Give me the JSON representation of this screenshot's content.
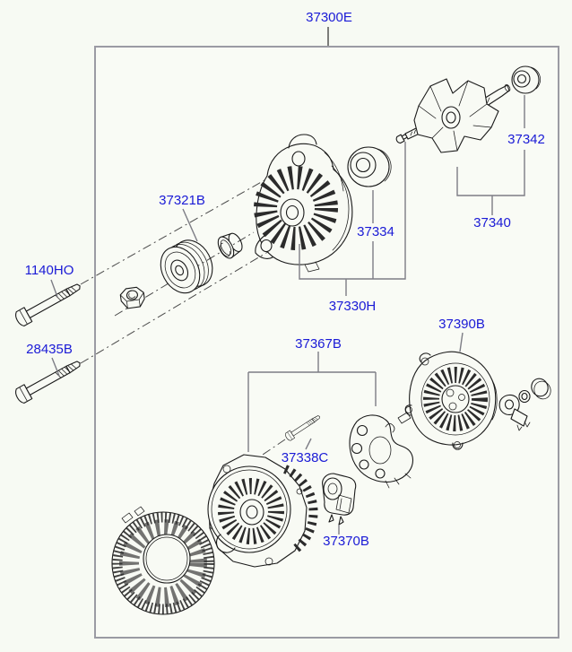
{
  "diagram": {
    "assembly_label": "37300E",
    "labels": {
      "bolt_upper": "1140HO",
      "bolt_lower": "28435B",
      "pulley": "37321B",
      "front_bracket_assy": "37330H",
      "bearing_front": "37334",
      "rotor": "37340",
      "bearing_rear": "37342",
      "rectifier_assy": "37367B",
      "bolt_rectifier": "37338C",
      "regulator": "37370B",
      "rear_cover": "37390B"
    },
    "colors": {
      "label_blue": "#1a1ad6",
      "line_black": "#1a1a1a",
      "leader_gray": "#7d7d85",
      "border_gray": "#9b9ba3",
      "background": "#f7faf3"
    }
  }
}
